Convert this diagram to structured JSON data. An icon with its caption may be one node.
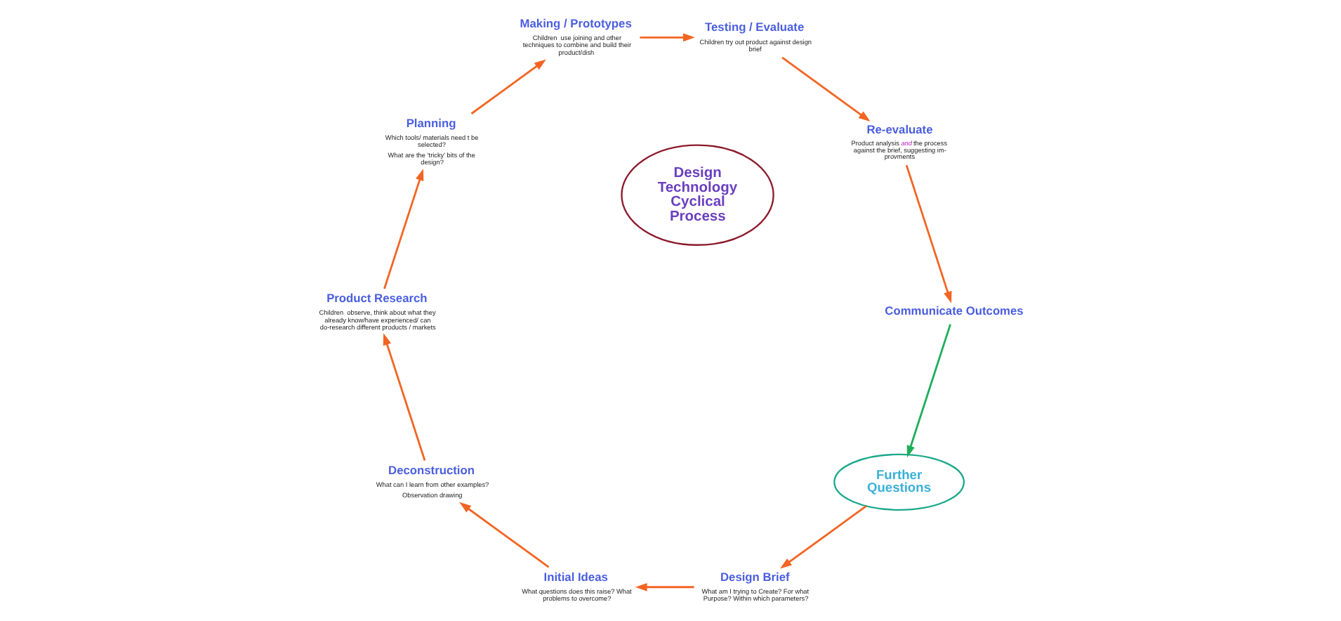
{
  "diagram": {
    "nodes": [
      {
        "text": [
          "Further Questions"
        ]
      },
      {
        "text": [
          "Design Brief",
          "What am I trying to Create? For what Purpose? Within which parameters?"
        ]
      },
      {
        "text": [
          "Initial Ideas",
          "What questions does this raise? What problems to overcome?"
        ]
      },
      {
        "text": [
          "Deconstruction",
          "What can I learn from other examples?",
          "Observation drawing"
        ]
      },
      {
        "text": [
          "Product Research",
          "Children  observe, think about what they already know/have experienced/ can do-research different products / markets"
        ]
      },
      {
        "text": [
          "Planning",
          "Which tools/ materials need t be selected?",
          "What are the ‘tricky’ bits of the design?"
        ]
      },
      {
        "text": [
          "Making / Prototypes",
          "Children  use joining and other techniques to combine and build their product/dish"
        ]
      },
      {
        "text": [
          "Testing / Evaluate",
          "Children try out product against design brief"
        ]
      },
      {
        "text": [
          "Re-evaluate",
          "Product analysis *and* the process against the brief, suggesting im- provments"
        ]
      },
      {
        "text": [
          "Communicate Outcomes"
        ]
      },
      {
        "text": [
          "Design Technology Cyclical Process"
        ]
      }
    ],
    "edges": [
      {
        "from": 0,
        "to": 1,
        "arrow": "to"
      },
      {
        "from": 1,
        "to": 2,
        "arrow": "to"
      },
      {
        "from": 2,
        "to": 3,
        "arrow": "to"
      },
      {
        "from": 3,
        "to": 4,
        "arrow": "to"
      },
      {
        "from": 4,
        "to": 5,
        "arrow": "to"
      },
      {
        "from": 5,
        "to": 6,
        "arrow": "to"
      },
      {
        "from": 6,
        "to": 7,
        "arrow": "to"
      },
      {
        "from": 7,
        "to": 8,
        "arrow": "to"
      },
      {
        "from": 8,
        "to": 9,
        "arrow": "to"
      },
      {
        "from": 9,
        "to": 0,
        "arrow": "to",
        "color": "#1fae5a"
      }
    ]
  }
}
